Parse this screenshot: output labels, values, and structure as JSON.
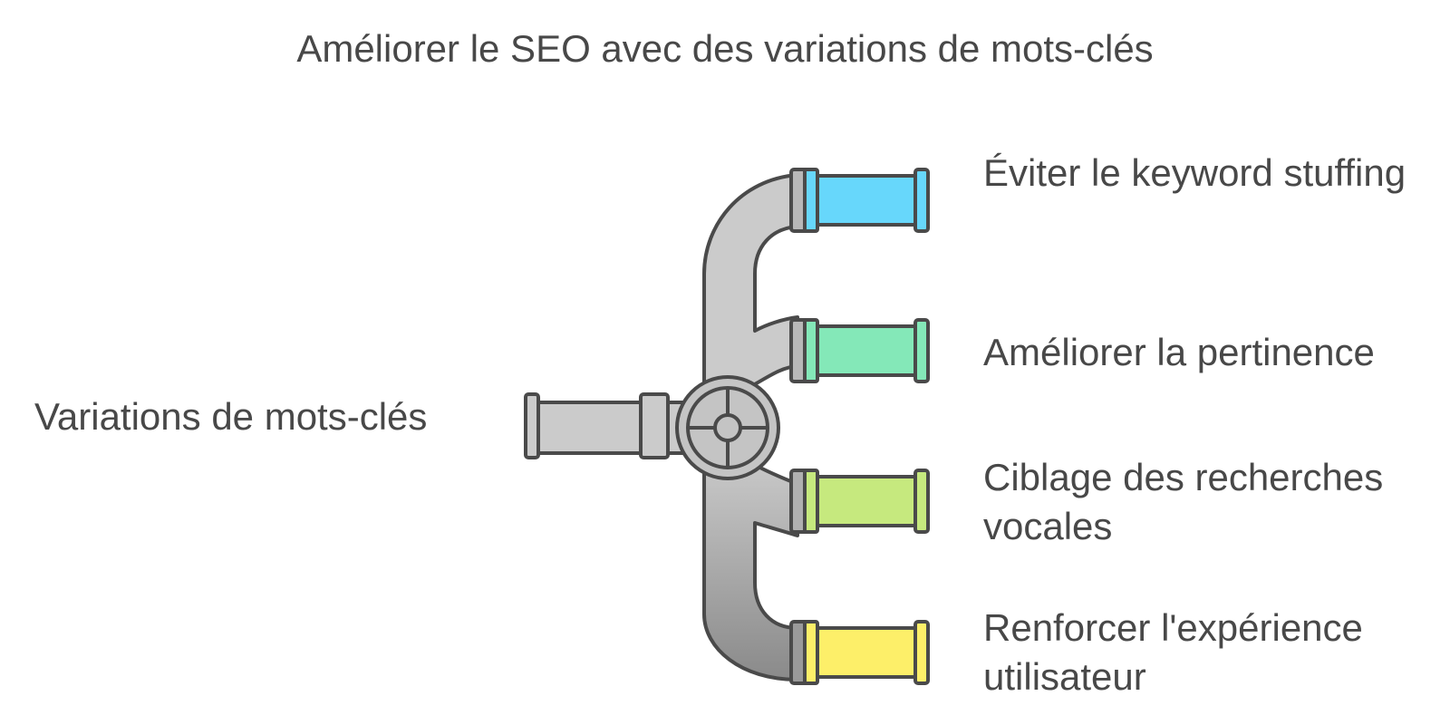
{
  "diagram": {
    "title": "Améliorer le SEO avec des variations de mots-clés",
    "source": {
      "label": "Variations de mots-clés",
      "color": "#cbcbcb"
    },
    "outputs": [
      {
        "label": "Éviter le keyword stuffing",
        "color": "#67d7fb"
      },
      {
        "label": "Améliorer la pertinence",
        "color": "#84e8b8"
      },
      {
        "label": "Ciblage des recherches vocales",
        "color": "#c6e97e"
      },
      {
        "label": "Renforcer l'expérience utilisateur",
        "color": "#fdef69"
      }
    ],
    "colors": {
      "stroke": "#4a4a4a",
      "pipe_top": "#cbcbcb",
      "pipe_bottom": "#8a8a8a",
      "text": "#484848"
    }
  }
}
